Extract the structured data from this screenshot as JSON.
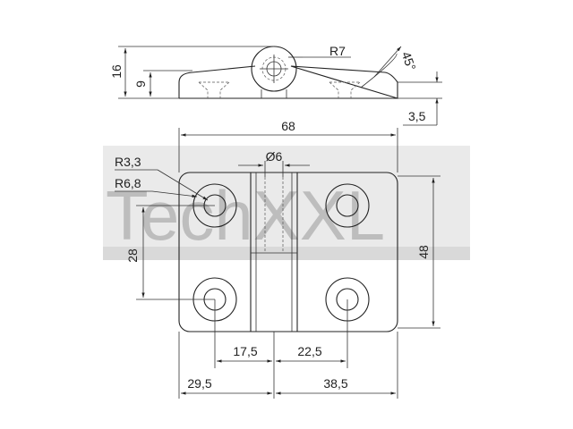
{
  "watermark": "TechXXL",
  "side_view": {
    "height_total": "16",
    "height_leaf": "9",
    "knuckle_radius": "R7",
    "chamfer_angle": "45°",
    "leaf_thickness": "3,5"
  },
  "front_view": {
    "overall_width": "68",
    "pin_diameter": "Ø6",
    "hole_radius": "R3,3",
    "counterbore_radius": "R6,8",
    "hole_pitch_vertical": "28",
    "overall_height": "48",
    "left_hole_to_axis": "17,5",
    "axis_to_right_hole": "22,5",
    "left_edge_to_axis": "29,5",
    "axis_to_right_edge": "38,5"
  },
  "colors": {
    "line": "#222222",
    "watermark": "#9a9a9a",
    "watermark_band": "#d9d9d9"
  }
}
